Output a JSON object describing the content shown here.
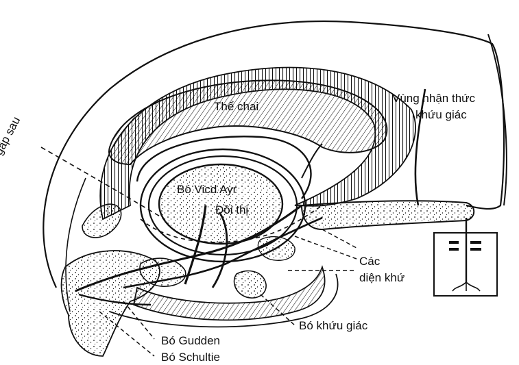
{
  "labels": {
    "corpus_callosum": "Thể chai",
    "olfactory_cortex_line1": "Vùng nhận thức",
    "olfactory_cortex_line2": "khứu giác",
    "posterior_fold": "Bó gấp sau",
    "vicq_dazyr": "Bó Vicd Ayr",
    "thalamus": "Đồi thị",
    "olfactory_areas_line1": "Các",
    "olfactory_areas_line2": "diện khứ",
    "olfactory_tract": "Bó khứu giác",
    "gudden": "Bó Gudden",
    "schultze": "Bó Schultie"
  },
  "colors": {
    "ink": "#111111",
    "paper": "#ffffff"
  }
}
